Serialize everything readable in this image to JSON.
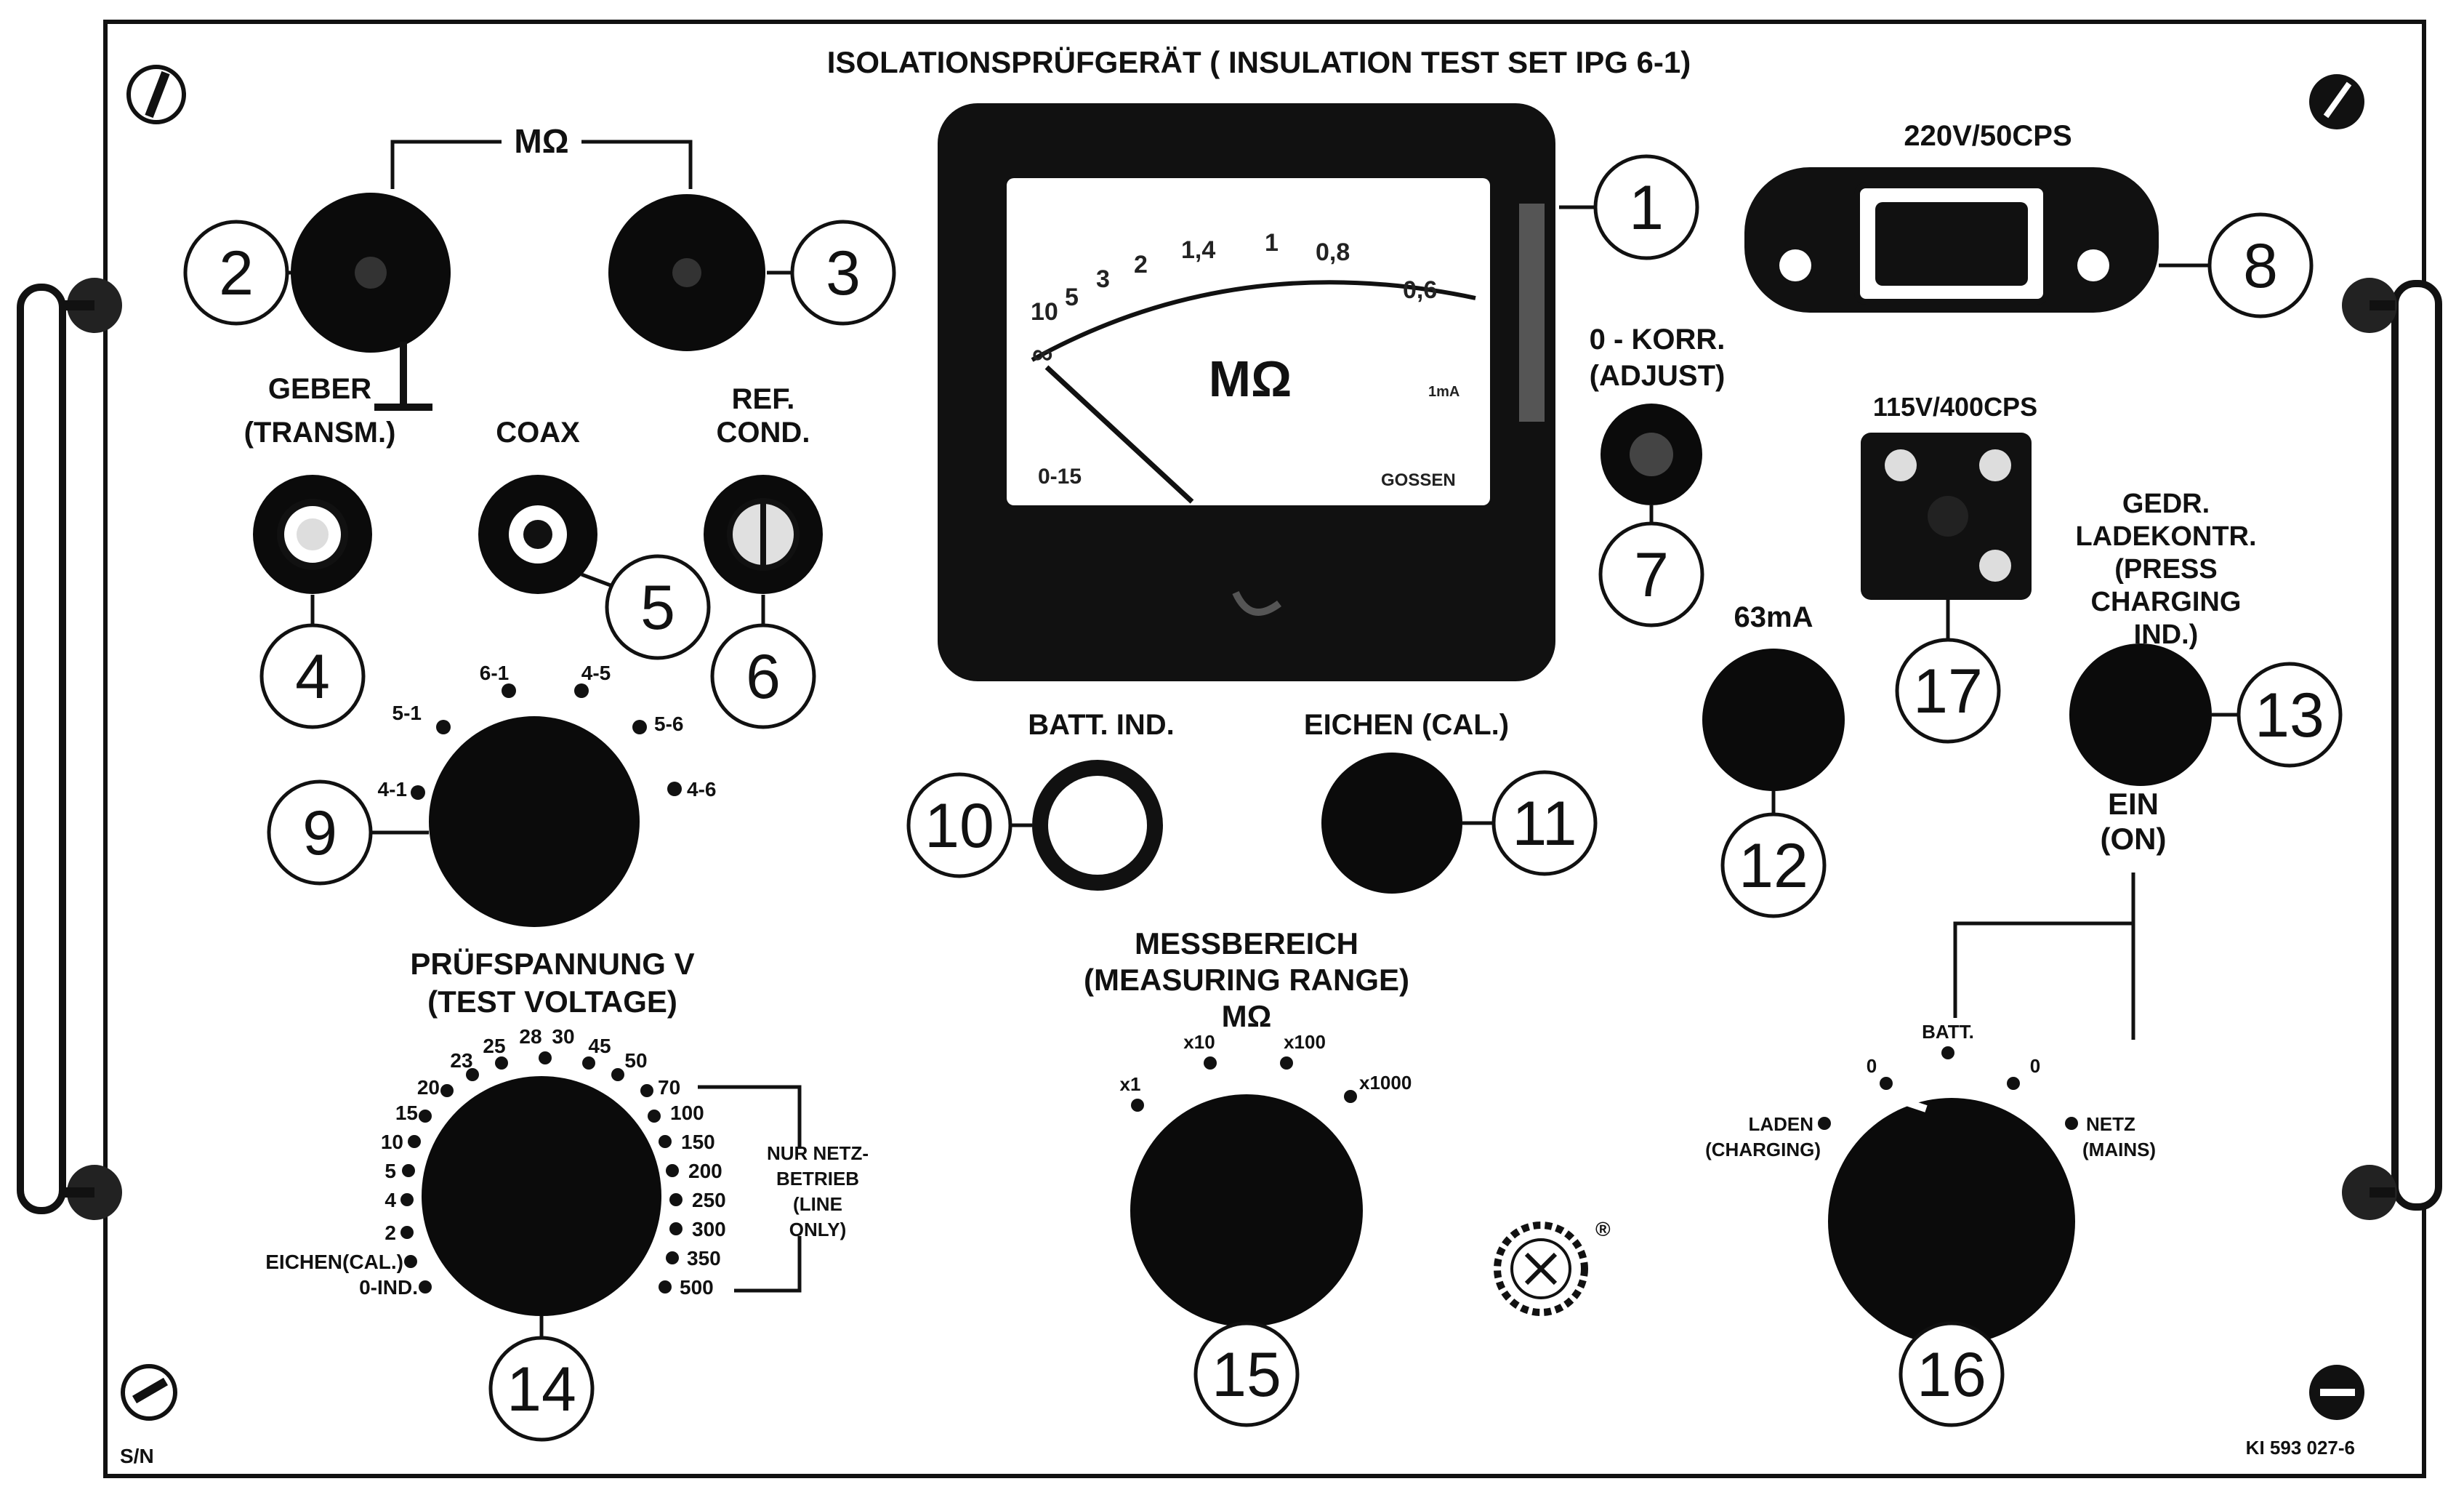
{
  "header": {
    "title": "ISOLATIONSPRÜFGERÄT ( INSULATION TEST SET  IPG 6-1)"
  },
  "meter": {
    "unit": "MΩ",
    "scale_labels": [
      "∞",
      "10",
      "5",
      "3",
      "2",
      "1,4",
      "1",
      "0,8",
      "0,6"
    ],
    "range_text": "0-15",
    "brand": "GOSSEN",
    "ma_text": "1mA"
  },
  "labels": {
    "mohm_top": "MΩ",
    "geber": "GEBER",
    "geber_en": "(TRANSM.)",
    "coax": "COAX",
    "ref": "REF.",
    "cond": "COND.",
    "supply_220": "220V/50CPS",
    "zero_korr": "0 - KORR.",
    "zero_adjust": "(ADJUST)",
    "supply_115": "115V/400CPS",
    "fuse": "63mA",
    "gedr_1": "GEDR.",
    "gedr_2": "LADEKONTR.",
    "gedr_3": "(PRESS",
    "gedr_4": "CHARGING",
    "gedr_5": "IND.)",
    "ein": "EIN",
    "on": "(ON)",
    "batt_ind": "BATT. IND.",
    "eichen_cal": "EICHEN (CAL.)",
    "pruef_1": "PRÜFSPANNUNG V",
    "pruef_2": "(TEST VOLTAGE)",
    "mess_1": "MESSBEREICH",
    "mess_2": "(MEASURING RANGE)",
    "mess_3": "MΩ",
    "nur_1": "NUR NETZ-",
    "nur_2": "BETRIEB",
    "nur_3": "(LINE",
    "nur_4": "ONLY)",
    "sn": "S/N",
    "ref_no": "KI 593 027-6",
    "registered": "®"
  },
  "switch_positions": {
    "selector9": [
      "5-1",
      "6-1",
      "4-5",
      "5-6",
      "4-6",
      "4-1"
    ],
    "voltage": [
      "0-IND.",
      "EICHEN(CAL.)",
      "2",
      "4",
      "5",
      "10",
      "15",
      "20",
      "23",
      "25",
      "28",
      "30",
      "45",
      "50",
      "70",
      "100",
      "150",
      "200",
      "250",
      "300",
      "350",
      "500"
    ],
    "range": [
      "x1",
      "x10",
      "x100",
      "x1000"
    ],
    "mode": [
      "LADEN",
      "(CHARGING)",
      "0",
      "BATT.",
      "0",
      "NETZ",
      "(MAINS)"
    ]
  },
  "callouts": [
    "1",
    "2",
    "3",
    "4",
    "5",
    "6",
    "7",
    "8",
    "9",
    "10",
    "11",
    "12",
    "13",
    "14",
    "15",
    "16",
    "17"
  ],
  "colors": {
    "panel": "#ffffff",
    "ink": "#111111",
    "knob": "#0b0b0b"
  }
}
